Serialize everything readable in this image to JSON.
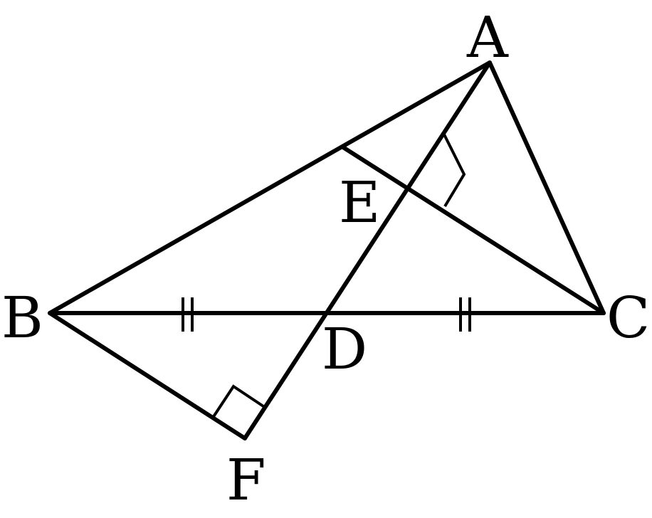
{
  "labels": {
    "A": "A",
    "B": "B",
    "C": "C",
    "D": "D",
    "E": "E",
    "F": "F"
  },
  "colors": {
    "stroke": "#000000",
    "background": "#ffffff"
  }
}
